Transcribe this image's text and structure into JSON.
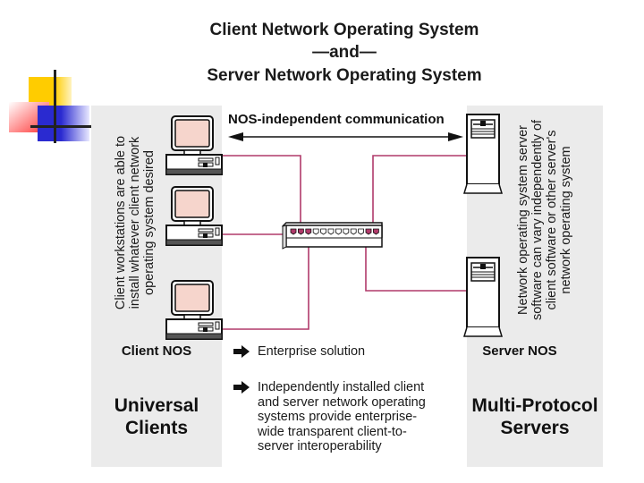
{
  "title": {
    "line1": "Client Network Operating System",
    "line2": "—and—",
    "line3": "Server Network Operating System"
  },
  "colors": {
    "panel": "#ebebeb",
    "cable": "#b03a6a",
    "screen": "#f6d5cc",
    "logo_yellow": "#ffcc00",
    "logo_red": "#ff3333",
    "logo_blue": "#3333cc"
  },
  "left_panel": {
    "vertical_text": [
      "Client workstations are able to",
      "install whatever client network",
      "operating system desired"
    ],
    "nos_label": "Client NOS",
    "heading_line1": "Universal",
    "heading_line2": "Clients"
  },
  "right_panel": {
    "vertical_text": [
      "Network operating system server",
      "software can vary independently of",
      "client software or other server's",
      "network operating system"
    ],
    "nos_label": "Server NOS",
    "heading_line1": "Multi-Protocol",
    "heading_line2": "Servers"
  },
  "center": {
    "communication_label": "NOS-independent communication",
    "bullets": [
      {
        "icon": "arrow-right-icon",
        "lines": [
          "Enterprise solution"
        ]
      },
      {
        "icon": "arrow-right-icon",
        "lines": [
          "Independently installed client",
          "and server network operating",
          "systems provide enterprise-",
          "wide transparent client-to-",
          "server interoperability"
        ]
      }
    ]
  },
  "devices": {
    "clients": [
      {
        "name": "Client workstation 1"
      },
      {
        "name": "Client workstation 2"
      },
      {
        "name": "Client workstation 3"
      }
    ],
    "servers": [
      {
        "name": "Server 1"
      },
      {
        "name": "Server 2"
      }
    ],
    "hub": {
      "name": "Network hub",
      "ports": 12
    }
  }
}
